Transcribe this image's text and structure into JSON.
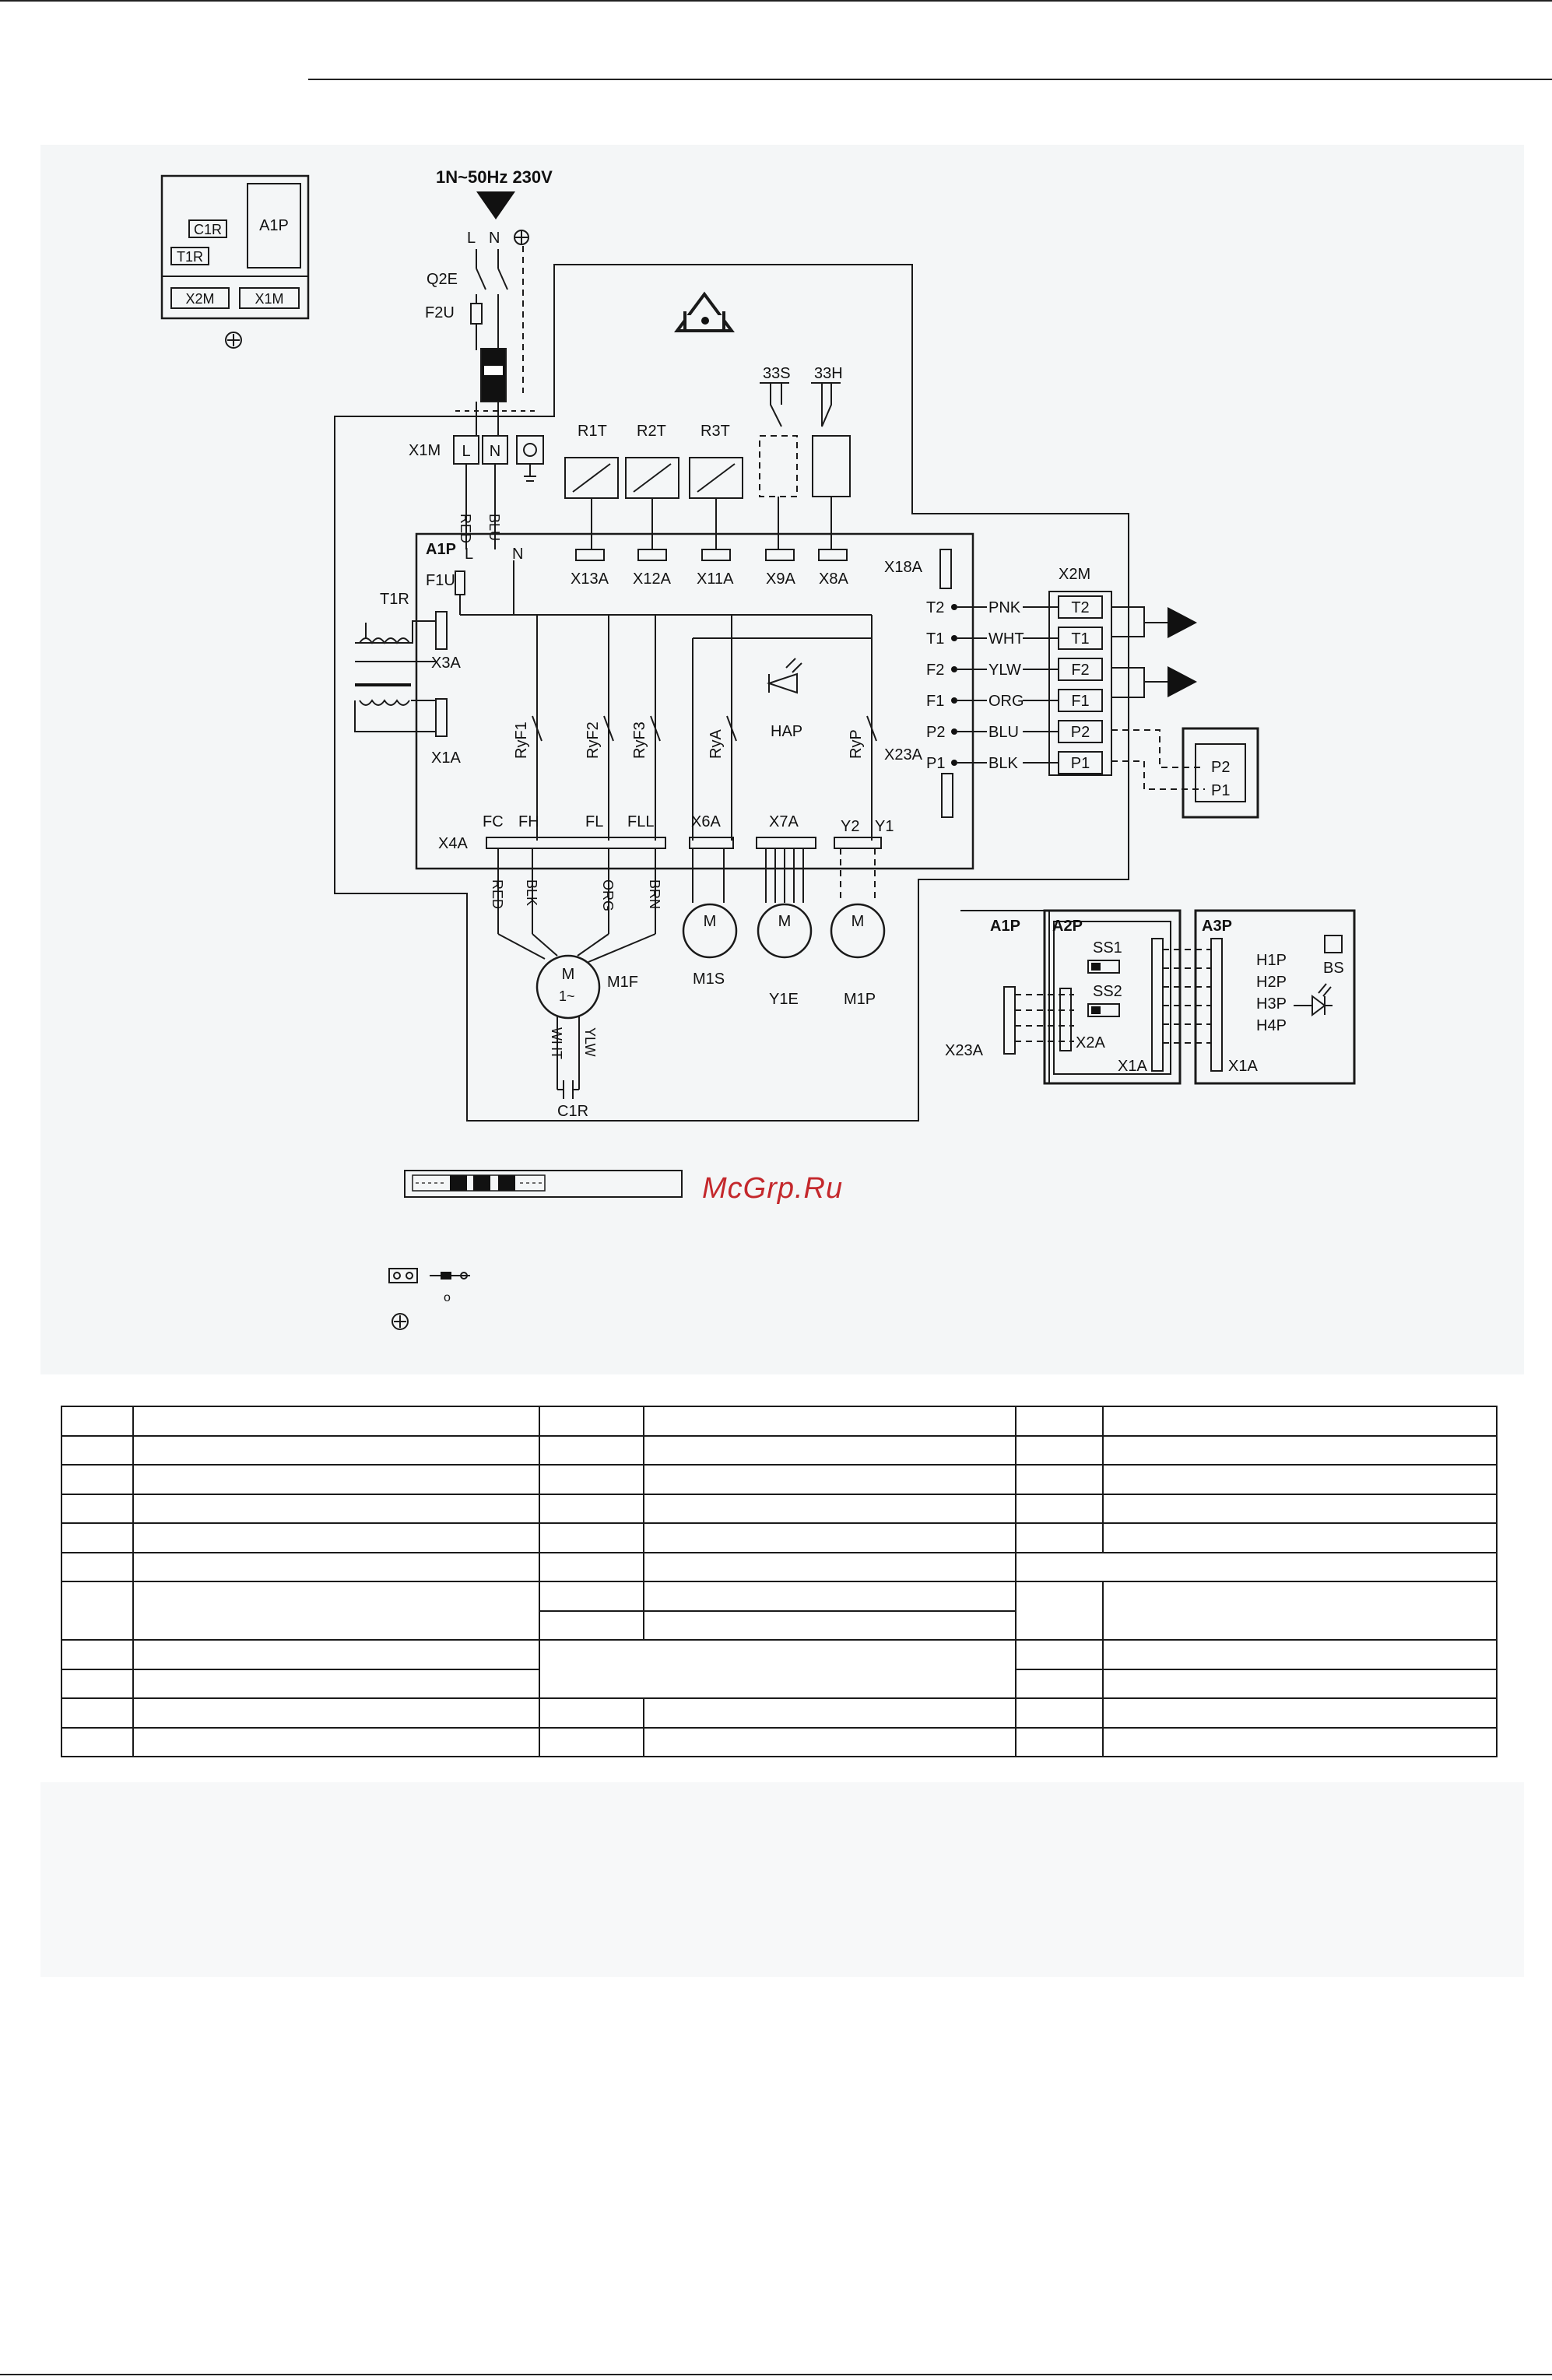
{
  "diagram": {
    "supply_label": "1N~50Hz 230V",
    "supply_terminals": [
      "L",
      "N"
    ],
    "breaker_label": "Q2E",
    "fuse_label": "F2U",
    "terminal_block_label": "X1M",
    "terminal_block_slots": [
      "L",
      "N"
    ],
    "box_legend": {
      "capacitor": "C1R",
      "transformer": "T1R",
      "pcb": "A1P",
      "block_x2m": "X2M",
      "block_x1m": "X1M"
    },
    "sensors": [
      "R1T",
      "R2T",
      "R3T"
    ],
    "switches": [
      "33S",
      "33H"
    ],
    "top_connectors": [
      "X13A",
      "X12A",
      "X11A",
      "X9A",
      "X8A"
    ],
    "x18a": "X18A",
    "pcb": {
      "label": "A1P",
      "l": "L",
      "n": "N",
      "fuse": "F1U"
    },
    "transformer": {
      "label": "T1R",
      "primary_connector": "X3A",
      "secondary_connector": "X1A"
    },
    "relays": [
      "RyF1",
      "RyF2",
      "RyF3",
      "RyA",
      "RyP"
    ],
    "led_label": "HAP",
    "x23a": "X23A",
    "lower_connectors": {
      "x4a": "X4A",
      "fc": "FC",
      "fh": "FH",
      "fl": "FL",
      "fll": "FLL",
      "x6a": "X6A",
      "x7a": "X7A",
      "y2": "Y2",
      "y1": "Y1"
    },
    "wire_colors": {
      "red": "RED",
      "blu": "BLU",
      "blk": "BLK",
      "org": "ORG",
      "brn": "BRN",
      "wht": "WHT",
      "ylw": "YLW"
    },
    "fan_motor": {
      "label": "M1F",
      "capacitor": "C1R"
    },
    "motors": [
      {
        "label": "M1S"
      },
      {
        "label": "Y1E"
      },
      {
        "label": "M1P"
      }
    ],
    "x2m_block": {
      "title": "X2M",
      "rows": [
        {
          "pin": "T2",
          "wire": "PNK",
          "term": "T2"
        },
        {
          "pin": "T1",
          "wire": "WHT",
          "term": "T1"
        },
        {
          "pin": "F2",
          "wire": "YLW",
          "term": "F2"
        },
        {
          "pin": "F1",
          "wire": "ORG",
          "term": "F1"
        },
        {
          "pin": "P2",
          "wire": "BLU",
          "term": "P2"
        },
        {
          "pin": "P1",
          "wire": "BLK",
          "term": "P1"
        }
      ]
    },
    "remote_terminals": [
      "P2",
      "P1"
    ],
    "address_pcbs": {
      "a1p": "A1P",
      "a2p": "A2P",
      "a3p": "A3P",
      "ss1": "SS1",
      "ss2": "SS2",
      "x2a": "X2A",
      "x1a_a2p": "X1A",
      "x1a_a3p": "X1A",
      "x23a": "X23A",
      "bs": "BS",
      "leds": [
        "H1P",
        "H2P",
        "H3P",
        "H4P"
      ]
    },
    "legend_note": "o"
  },
  "watermark": "McGrp.Ru",
  "table": {
    "rows": 13
  }
}
